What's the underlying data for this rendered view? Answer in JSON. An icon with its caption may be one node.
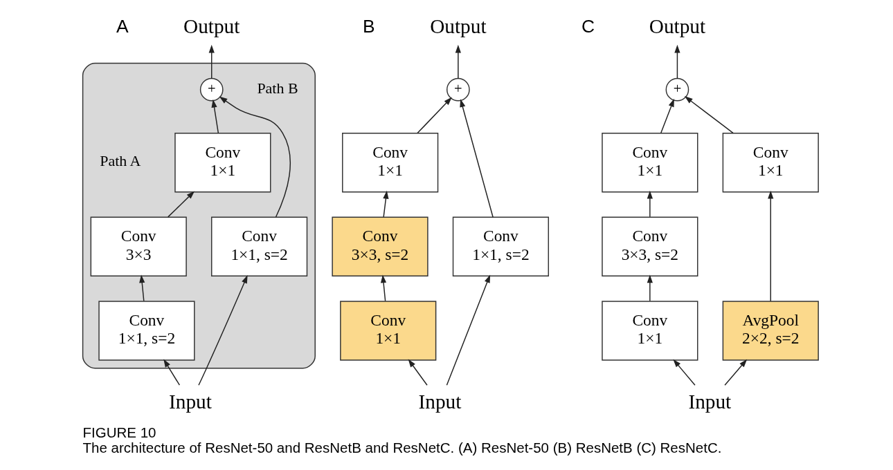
{
  "diagram": {
    "title": "FIGURE 10",
    "caption": "The architecture of ResNet-50 and ResNetB and ResNetC. (A) ResNet-50 (B) ResNetB (C) ResNetC.",
    "nodes": [
      {
        "text": [],
        "shape": "box"
      },
      {
        "text": [
          "Output"
        ]
      },
      {
        "text": [
          "+"
        ],
        "in": 0
      },
      {
        "text": [
          "Conv",
          "1×1"
        ],
        "in": 0
      },
      {
        "text": [
          "Conv",
          "3×3"
        ],
        "in": 0
      },
      {
        "text": [
          "Conv",
          "1×1, s=2"
        ],
        "in": 0
      },
      {
        "text": [
          "Conv",
          "1×1, s=2"
        ],
        "in": 0
      },
      {
        "text": [
          "Input"
        ]
      },
      {
        "text": [
          "Output"
        ]
      },
      {
        "text": [
          "+"
        ]
      },
      {
        "text": [
          "Conv",
          "1×1"
        ]
      },
      {
        "text": [
          "Conv",
          "3×3, s=2"
        ]
      },
      {
        "text": [
          "Conv",
          "1×1"
        ]
      },
      {
        "text": [
          "Conv",
          "1×1, s=2"
        ]
      },
      {
        "text": [
          "Input"
        ]
      },
      {
        "text": [
          "Output"
        ]
      },
      {
        "text": [
          "+"
        ]
      },
      {
        "text": [
          "Conv",
          "1×1"
        ]
      },
      {
        "text": [
          "Conv",
          "3×3, s=2"
        ]
      },
      {
        "text": [
          "Conv",
          "1×1"
        ]
      },
      {
        "text": [
          "Conv",
          "1×1"
        ]
      },
      {
        "text": [
          "AvgPool",
          "2×2, s=2"
        ]
      },
      {
        "text": [
          "Input"
        ]
      }
    ],
    "edges": [
      {
        "from": 7,
        "to": 5,
        "arrow": "to"
      },
      {
        "from": 7,
        "to": 6,
        "arrow": "to"
      },
      {
        "from": 5,
        "to": 4,
        "arrow": "to"
      },
      {
        "from": 4,
        "to": 3,
        "arrow": "to"
      },
      {
        "from": 3,
        "to": 2,
        "arrow": "to"
      },
      {
        "from": 6,
        "to": 2,
        "arrow": "to"
      },
      {
        "from": 2,
        "to": 1,
        "arrow": "to"
      },
      {
        "from": 14,
        "to": 12,
        "arrow": "to"
      },
      {
        "from": 14,
        "to": 13,
        "arrow": "to"
      },
      {
        "from": 12,
        "to": 11,
        "arrow": "to"
      },
      {
        "from": 11,
        "to": 10,
        "arrow": "to"
      },
      {
        "from": 10,
        "to": 9,
        "arrow": "to"
      },
      {
        "from": 13,
        "to": 9,
        "arrow": "to"
      },
      {
        "from": 9,
        "to": 8,
        "arrow": "to"
      },
      {
        "from": 22,
        "to": 19,
        "arrow": "to"
      },
      {
        "from": 22,
        "to": 21,
        "arrow": "to"
      },
      {
        "from": 19,
        "to": 18,
        "arrow": "to"
      },
      {
        "from": 18,
        "to": 17,
        "arrow": "to"
      },
      {
        "from": 17,
        "to": 16,
        "arrow": "to"
      },
      {
        "from": 21,
        "to": 20,
        "arrow": "to"
      },
      {
        "from": 20,
        "to": 16,
        "arrow": "to"
      },
      {
        "from": 16,
        "to": 15,
        "arrow": "to"
      }
    ],
    "labels": [
      "A",
      "Path A",
      "Path B",
      "B",
      "C"
    ]
  }
}
